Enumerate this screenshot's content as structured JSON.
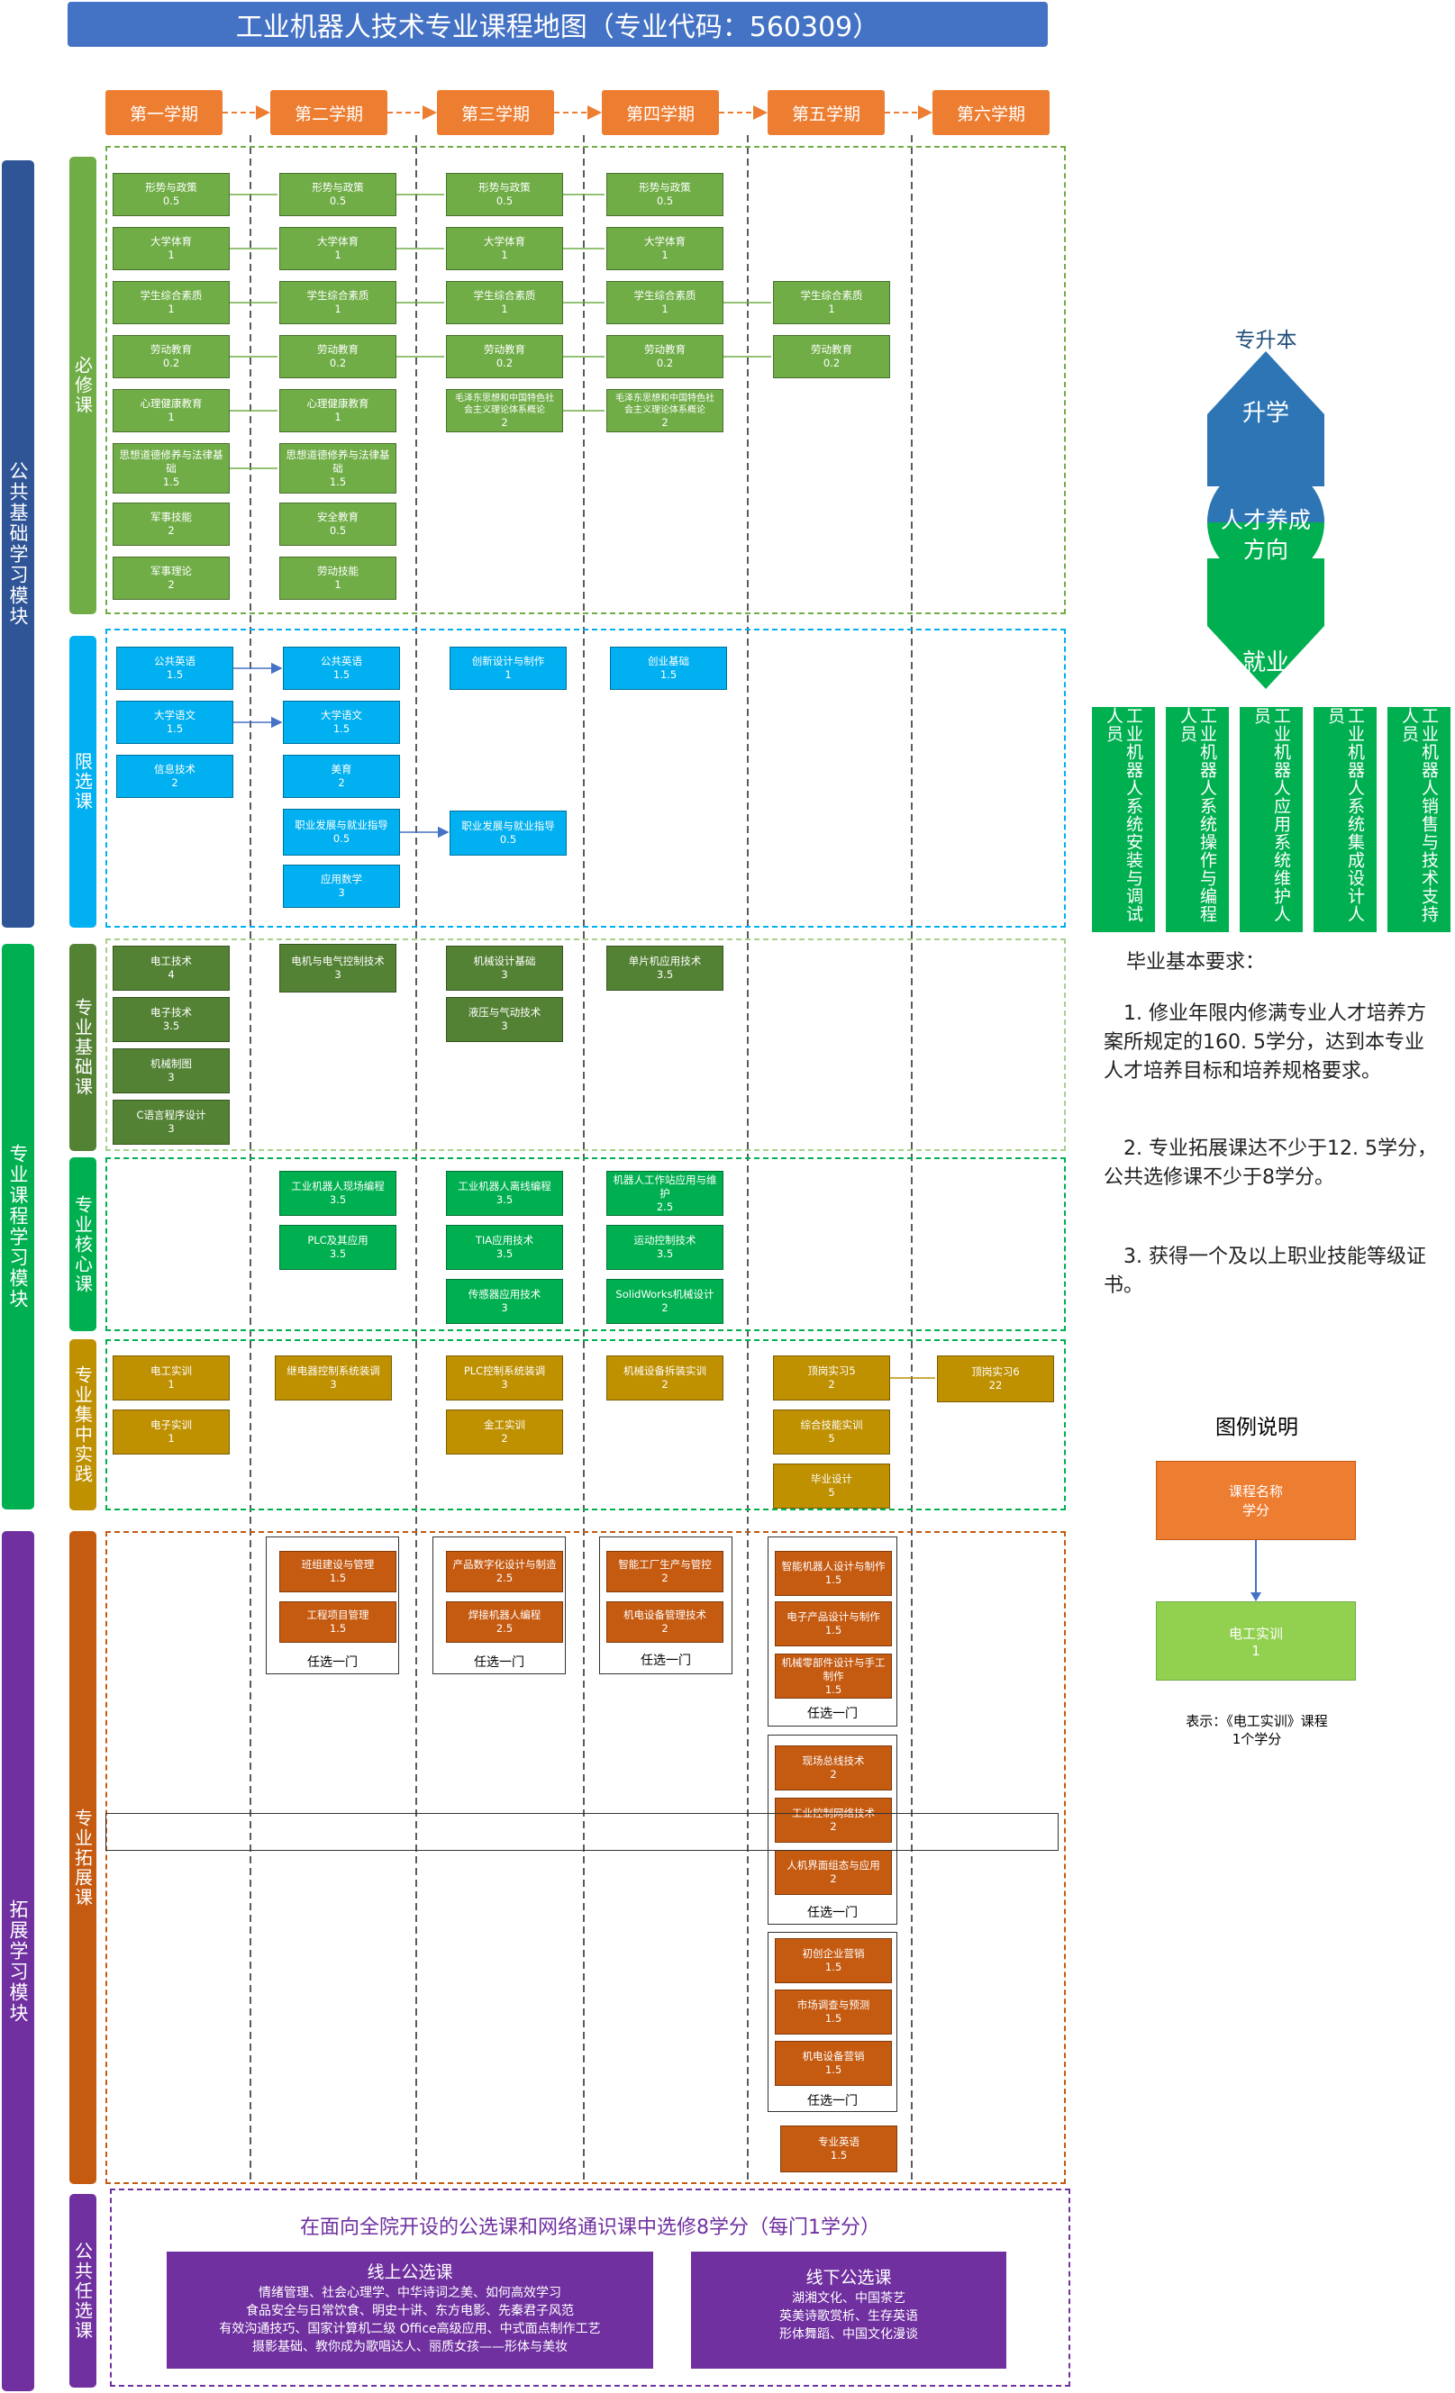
{
  "title": "工业机器人技术专业课程地图（专业代码：560309）",
  "semesters": [
    "第一学期",
    "第二学期",
    "第三学期",
    "第四学期",
    "第五学期",
    "第六学期"
  ],
  "modules": {
    "m1": "公共基础学习模块",
    "m2": "专业课程学习模块",
    "m3": "拓展学习模块"
  },
  "submodules": {
    "bixiu": "必修课",
    "xianxuan": "限选课",
    "zhuanjichu": "专业基础课",
    "hexin": "专业核心课",
    "jizhong": "专业集中实践",
    "tuozhan": "专业拓展课",
    "gonggong": "公共任选课"
  },
  "colors": {
    "required": "#70AD47",
    "limited": "#00B0F0",
    "prof_basic": "#548235",
    "core": "#00B050",
    "practice": "#BF9000",
    "extension": "#C55A11",
    "public_elective": "#7030A0",
    "module_blue": "#2F5597",
    "module_green": "#00B050",
    "module_purple": "#7030A0"
  },
  "courses": {
    "r1": [
      {
        "n": "形势与政策",
        "c": "0.5"
      },
      {
        "n": "大学体育",
        "c": "1"
      },
      {
        "n": "学生综合素质",
        "c": "1"
      },
      {
        "n": "劳动教育",
        "c": "0.2"
      },
      {
        "n": "心理健康教育",
        "c": "1"
      },
      {
        "n": "思想道德修养与法律基础",
        "c": "1.5"
      },
      {
        "n": "军事技能",
        "c": "2"
      },
      {
        "n": "军事理论",
        "c": "2"
      }
    ],
    "r2": [
      {
        "n": "形势与政策",
        "c": "0.5"
      },
      {
        "n": "大学体育",
        "c": "1"
      },
      {
        "n": "学生综合素质",
        "c": "1"
      },
      {
        "n": "劳动教育",
        "c": "0.2"
      },
      {
        "n": "心理健康教育",
        "c": "1"
      },
      {
        "n": "思想道德修养与法律基础",
        "c": "1.5"
      },
      {
        "n": "安全教育",
        "c": "0.5"
      },
      {
        "n": "劳动技能",
        "c": "1"
      }
    ],
    "r3": [
      {
        "n": "形势与政策",
        "c": "0.5"
      },
      {
        "n": "大学体育",
        "c": "1"
      },
      {
        "n": "学生综合素质",
        "c": "1"
      },
      {
        "n": "劳动教育",
        "c": "0.2"
      },
      {
        "n": "毛泽东思想和中国特色社会主义理论体系概论",
        "c": "2"
      }
    ],
    "r4": [
      {
        "n": "形势与政策",
        "c": "0.5"
      },
      {
        "n": "大学体育",
        "c": "1"
      },
      {
        "n": "学生综合素质",
        "c": "1"
      },
      {
        "n": "劳动教育",
        "c": "0.2"
      },
      {
        "n": "毛泽东思想和中国特色社会主义理论体系概论",
        "c": "2"
      }
    ],
    "r5": [
      {
        "n": "学生综合素质",
        "c": "1"
      },
      {
        "n": "劳动教育",
        "c": "0.2"
      }
    ],
    "l1": [
      {
        "n": "公共英语",
        "c": "1.5"
      },
      {
        "n": "大学语文",
        "c": "1.5"
      },
      {
        "n": "信息技术",
        "c": "2"
      }
    ],
    "l2": [
      {
        "n": "公共英语",
        "c": "1.5"
      },
      {
        "n": "大学语文",
        "c": "1.5"
      },
      {
        "n": "美育",
        "c": "2"
      },
      {
        "n": "职业发展与就业指导",
        "c": "0.5"
      },
      {
        "n": "应用数学",
        "c": "3"
      }
    ],
    "l3": [
      {
        "n": "创新设计与制作",
        "c": "1"
      },
      {
        "n": "职业发展与就业指导",
        "c": "0.5"
      }
    ],
    "l4": [
      {
        "n": "创业基础",
        "c": "1.5"
      }
    ],
    "b1": [
      {
        "n": "电工技术",
        "c": "4"
      },
      {
        "n": "电子技术",
        "c": "3.5"
      },
      {
        "n": "机械制图",
        "c": "3"
      },
      {
        "n": "C语言程序设计",
        "c": "3"
      }
    ],
    "b2": [
      {
        "n": "电机与电气控制技术",
        "c": "3"
      }
    ],
    "b3": [
      {
        "n": "机械设计基础",
        "c": "3"
      },
      {
        "n": "液压与气动技术",
        "c": "3"
      }
    ],
    "b4": [
      {
        "n": "单片机应用技术",
        "c": "3.5"
      }
    ],
    "c2": [
      {
        "n": "工业机器人现场编程",
        "c": "3.5"
      },
      {
        "n": "PLC及其应用",
        "c": "3.5"
      }
    ],
    "c3": [
      {
        "n": "工业机器人离线编程",
        "c": "3.5"
      },
      {
        "n": "TIA应用技术",
        "c": "3.5"
      },
      {
        "n": "传感器应用技术",
        "c": "3"
      }
    ],
    "c4": [
      {
        "n": "机器人工作站应用与维护",
        "c": "2.5"
      },
      {
        "n": "运动控制技术",
        "c": "3.5"
      },
      {
        "n": "SolidWorks机械设计",
        "c": "2"
      }
    ],
    "p1": [
      {
        "n": "电工实训",
        "c": "1"
      },
      {
        "n": "电子实训",
        "c": "1"
      }
    ],
    "p2": [
      {
        "n": "继电器控制系统装调",
        "c": "3"
      }
    ],
    "p3": [
      {
        "n": "PLC控制系统装调",
        "c": "3"
      },
      {
        "n": "金工实训",
        "c": "2"
      }
    ],
    "p4": [
      {
        "n": "机械设备拆装实训",
        "c": "2"
      }
    ],
    "p5": [
      {
        "n": "顶岗实习5",
        "c": "2"
      },
      {
        "n": "综合技能实训",
        "c": "5"
      },
      {
        "n": "毕业设计",
        "c": "5"
      }
    ],
    "p6": [
      {
        "n": "顶岗实习6",
        "c": "22"
      }
    ],
    "e2": [
      {
        "n": "班组建设与管理",
        "c": "1.5"
      },
      {
        "n": "工程项目管理",
        "c": "1.5"
      }
    ],
    "e3": [
      {
        "n": "产品数字化设计与制造",
        "c": "2.5"
      },
      {
        "n": "焊接机器人编程",
        "c": "2.5"
      }
    ],
    "e4": [
      {
        "n": "智能工厂生产与管控",
        "c": "2"
      },
      {
        "n": "机电设备管理技术",
        "c": "2"
      }
    ],
    "e5a": [
      {
        "n": "智能机器人设计与制作",
        "c": "1.5"
      },
      {
        "n": "电子产品设计与制作",
        "c": "1.5"
      },
      {
        "n": "机械零部件设计与手工制作",
        "c": "1.5"
      }
    ],
    "e5b": [
      {
        "n": "现场总线技术",
        "c": "2"
      },
      {
        "n": "工业控制网络技术",
        "c": "2"
      },
      {
        "n": "人机界面组态与应用",
        "c": "2"
      }
    ],
    "e5c": [
      {
        "n": "初创企业营销",
        "c": "1.5"
      },
      {
        "n": "市场调查与预测",
        "c": "1.5"
      },
      {
        "n": "机电设备营销",
        "c": "1.5"
      }
    ],
    "e5d": [
      {
        "n": "专业英语",
        "c": "1.5"
      }
    ]
  },
  "choose_one": "任选一门",
  "public_elective": {
    "header": "在面向全院开设的公选课和网络通识课中选修8学分（每门1学分）",
    "online_title": "线上公选课",
    "online_lines": [
      "情绪管理、社会心理学、中华诗词之美、如何高效学习",
      "食品安全与日常饮食、明史十讲、东方电影、先秦君子风范",
      "有效沟通技巧、国家计算机二级 Office高级应用、中式面点制作工艺",
      "摄影基础、教你成为歌唱达人、丽质女孩——形体与美妆"
    ],
    "offline_title": "线下公选课",
    "offline_lines": [
      "湖湘文化、中国茶艺",
      "英美诗歌赏析、生存英语",
      "形体舞蹈、中国文化漫谈"
    ]
  },
  "direction": {
    "top": "专升本",
    "up": "升学",
    "center_1": "人才养成",
    "center_2": "方向",
    "down": "就业"
  },
  "careers": [
    "工业机器人系统安装与调试人员",
    "工业机器人系统操作与编程人员",
    "工业机器人应用系统维护人员",
    "工业机器人系统集成设计人员",
    "工业机器人销售与技术支持人员"
  ],
  "requirements": {
    "title": "毕业基本要求：",
    "item1": "1. 修业年限内修满专业人才培养方案所规定的160. 5学分，达到本专业人才培养目标和培养规格要求。",
    "item2": "2. 专业拓展课达不少于12. 5学分，公共选修课不少于8学分。",
    "item3": "3. 获得一个及以上职业技能等级证书。"
  },
  "legend": {
    "title": "图例说明",
    "box1_name": "课程名称",
    "box1_credit": "学分",
    "box2_name": "电工实训",
    "box2_credit": "1",
    "note1": "表示：《电工实训》课程",
    "note2": "1个学分"
  }
}
